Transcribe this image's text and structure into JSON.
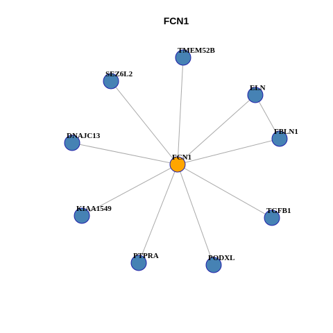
{
  "title": "FCN1",
  "colors": {
    "hub_fill": "#FFA500",
    "neighbor_fill": "#4682B4",
    "node_border": "#1F1FA8",
    "edge": "#A8A8A8"
  },
  "graph": {
    "nodes": [
      {
        "id": "FCN1",
        "label": "FCN1",
        "role": "hub"
      },
      {
        "id": "TMEM52B",
        "label": "TMEM52B",
        "role": "neighbor"
      },
      {
        "id": "SEZ6L2",
        "label": "SEZ6L2",
        "role": "neighbor"
      },
      {
        "id": "ELN",
        "label": "ELN",
        "role": "neighbor"
      },
      {
        "id": "FBLN1",
        "label": "FBLN1",
        "role": "neighbor"
      },
      {
        "id": "DNAJC13",
        "label": "DNAJC13",
        "role": "neighbor"
      },
      {
        "id": "KIAA1549",
        "label": "KIAA1549",
        "role": "neighbor"
      },
      {
        "id": "TGFB1",
        "label": "TGFB1",
        "role": "neighbor"
      },
      {
        "id": "PTPRA",
        "label": "PTPRA",
        "role": "neighbor"
      },
      {
        "id": "PODXL",
        "label": "PODXL",
        "role": "neighbor"
      }
    ],
    "edges": [
      {
        "source": "FCN1",
        "target": "TMEM52B"
      },
      {
        "source": "FCN1",
        "target": "SEZ6L2"
      },
      {
        "source": "FCN1",
        "target": "ELN"
      },
      {
        "source": "FCN1",
        "target": "FBLN1"
      },
      {
        "source": "FCN1",
        "target": "DNAJC13"
      },
      {
        "source": "FCN1",
        "target": "KIAA1549"
      },
      {
        "source": "FCN1",
        "target": "TGFB1"
      },
      {
        "source": "FCN1",
        "target": "PTPRA"
      },
      {
        "source": "FCN1",
        "target": "PODXL"
      },
      {
        "source": "ELN",
        "target": "FBLN1"
      }
    ]
  }
}
